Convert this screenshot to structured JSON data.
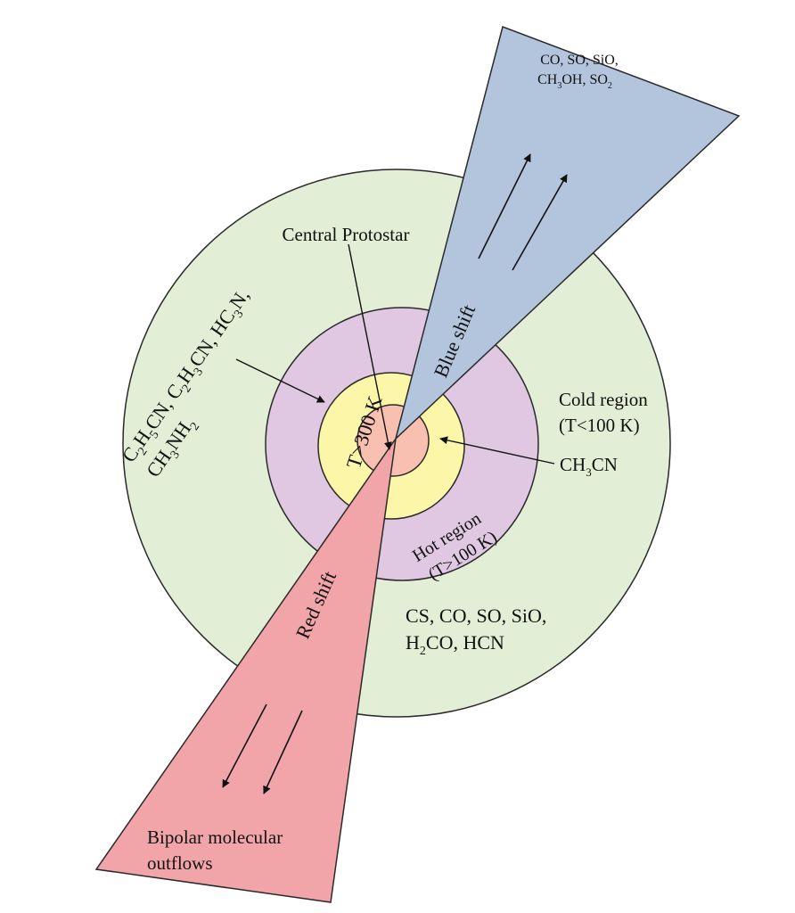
{
  "colors": {
    "cold_region": "#e2eed6",
    "hot_region": "#e0c8e2",
    "inner_region": "#fbf6a8",
    "protostar": "#f7c0b0",
    "blue_lobe": "#b3c5dd",
    "red_lobe": "#f1a5a8",
    "outline": "#2a2a2a"
  },
  "labels": {
    "central_protostar": "Central Protostar",
    "t300": "T>300 K",
    "blue_shift": "Blue shift",
    "red_shift": "Red shift",
    "cold_region": "Cold region",
    "cold_temp": "(T<100 K)",
    "hot_region": "Hot region",
    "hot_temp": "(T>100 K)",
    "bipolar_1": "Bipolar molecular",
    "bipolar_2": "outflows"
  },
  "molecules": {
    "ch3cn": {
      "a": "CH",
      "b": "3",
      "c": "CN"
    },
    "blue": {
      "line1": "CO, SO, SiO,",
      "l2a": "CH",
      "l2b": "3",
      "l2c": "OH, SO",
      "l2d": "2"
    },
    "cold": {
      "line1": "CS, CO, SO, SiO,",
      "l2a": "H",
      "l2b": "2",
      "l2c": "CO, HCN"
    },
    "hot": {
      "a": "C",
      "b": "2",
      "c": "H",
      "d": "5",
      "e": "CN, C",
      "f": "2",
      "g": "H",
      "h": "3",
      "i": "CN, HC",
      "j": "3",
      "k": "N,",
      "l2a": "CH",
      "l2b": "3",
      "l2c": "NH",
      "l2d": "2"
    }
  }
}
